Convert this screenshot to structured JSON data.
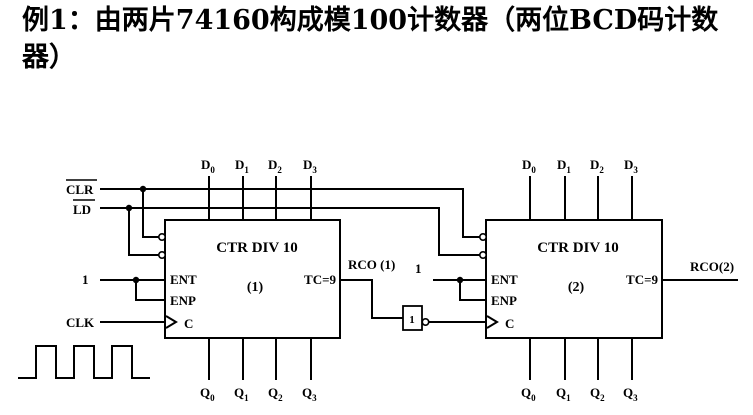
{
  "title": "例1：由两片74160构成模100计数器（两位BCD码计数器）",
  "counter_label": "CTR DIV  10",
  "counters": [
    {
      "index": "(1)",
      "tc": "TC=9",
      "rco": "RCO (1)"
    },
    {
      "index": "(2)",
      "tc": "TC=9",
      "rco": "RCO(2)"
    }
  ],
  "pins": {
    "ent": "ENT",
    "enp": "ENP",
    "clk_pin": "C"
  },
  "data_inputs": [
    {
      "main": "D",
      "sub": "0"
    },
    {
      "main": "D",
      "sub": "1"
    },
    {
      "main": "D",
      "sub": "2"
    },
    {
      "main": "D",
      "sub": "3"
    }
  ],
  "outputs": [
    {
      "main": "Q",
      "sub": "0"
    },
    {
      "main": "Q",
      "sub": "1"
    },
    {
      "main": "Q",
      "sub": "2"
    },
    {
      "main": "Q",
      "sub": "3"
    }
  ],
  "signals": {
    "clr": "CLR",
    "ld": "LD",
    "clk": "CLK",
    "one": "1"
  },
  "inverter_label": "1"
}
